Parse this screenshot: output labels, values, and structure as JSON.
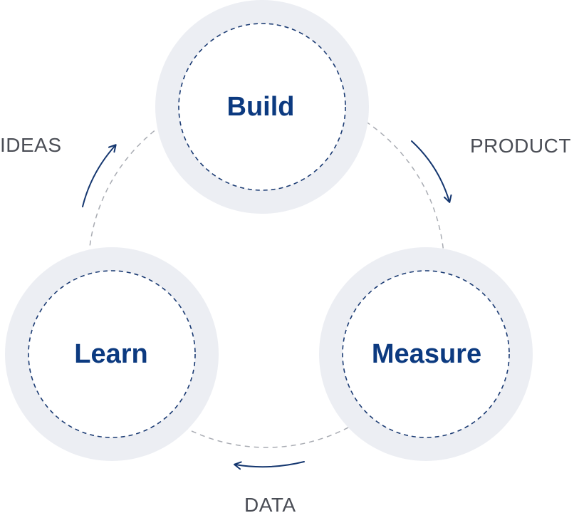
{
  "colors": {
    "ring_fill": "#eceef3",
    "inner_fill": "#ffffff",
    "inner_dash": "#1b3b73",
    "loop_dash": "#a9acb3",
    "arrow": "#14366f",
    "node_text": "#0c3a80",
    "edge_text": "#4a4d55"
  },
  "nodes": [
    {
      "id": "build",
      "label": "Build"
    },
    {
      "id": "measure",
      "label": "Measure"
    },
    {
      "id": "learn",
      "label": "Learn"
    }
  ],
  "edges": [
    {
      "id": "product",
      "label": "PRODUCT",
      "from": "build",
      "to": "measure"
    },
    {
      "id": "data",
      "label": "DATA",
      "from": "measure",
      "to": "learn"
    },
    {
      "id": "ideas",
      "label": "IDEAS",
      "from": "learn",
      "to": "build"
    }
  ],
  "icons": {
    "arrow": "curved-arrow-icon"
  }
}
